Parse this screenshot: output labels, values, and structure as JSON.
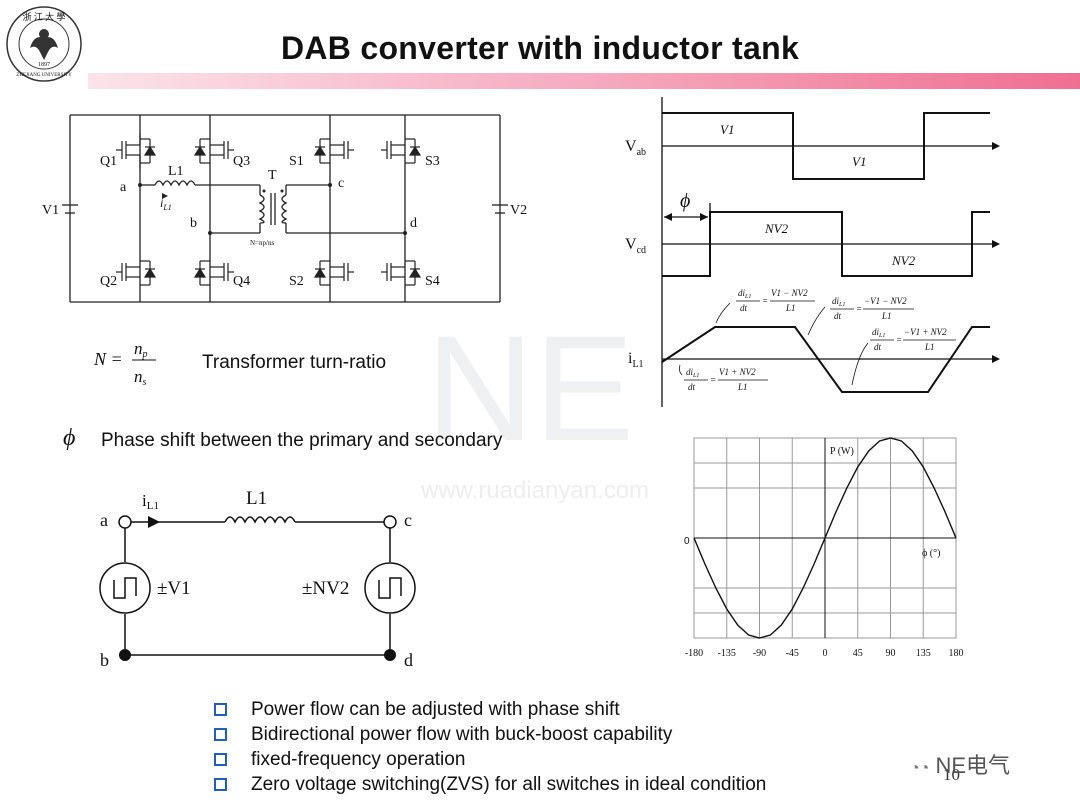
{
  "slide": {
    "title": "DAB converter with inductor tank",
    "page_number": "10",
    "logo_text": "ZHEJIANG UNIVERSITY",
    "logo_year": "1897",
    "watermark_url": "www.ruadianyan.com",
    "brand": "NE电气"
  },
  "circuit": {
    "labels": {
      "q1": "Q1",
      "q2": "Q2",
      "q3": "Q3",
      "q4": "Q4",
      "s1": "S1",
      "s2": "S2",
      "s3": "S3",
      "s4": "S4",
      "l1": "L1",
      "il1": "i",
      "il1_sub": "L1",
      "t": "T",
      "ratio": "N=np/ns",
      "a": "a",
      "b": "b",
      "c": "c",
      "d": "d",
      "v1": "V1",
      "v2": "V2"
    }
  },
  "formula": {
    "n": "N =",
    "np": "n",
    "np_sub": "p",
    "ns": "n",
    "ns_sub": "s",
    "turn_ratio_label": "Transformer turn-ratio",
    "phi": "ϕ",
    "phase_text": "Phase  shift between the primary and secondary"
  },
  "equivalent": {
    "il1": "i",
    "il1_sub": "L1",
    "l1": "L1",
    "a": "a",
    "b": "b",
    "c": "c",
    "d": "d",
    "v1": "±V1",
    "nv2": "±NV2"
  },
  "waveforms": {
    "vab": "V",
    "vab_sub": "ab",
    "vcd": "V",
    "vcd_sub": "cd",
    "il1": "i",
    "il1_sub": "L1",
    "v1_top": "V1",
    "v1_bottom": "V1",
    "nv2_top": "NV2",
    "nv2_bottom": "NV2",
    "phi": "ϕ",
    "eq1_num": "di",
    "eq1_num_sub": "L1",
    "eq1_den": "dt",
    "eq1_rhs_num": "V1 − NV2",
    "eq1_rhs_den": "L1",
    "eq2_num": "di",
    "eq2_num_sub": "L1",
    "eq2_den": "dt",
    "eq2_rhs_num": "−V1 − NV2",
    "eq2_rhs_den": "L1",
    "eq3_num": "di",
    "eq3_num_sub": "L1",
    "eq3_den": "dt",
    "eq3_rhs_num": "−V1 + NV2",
    "eq3_rhs_den": "L1",
    "eq4_num": "di",
    "eq4_num_sub": "L1",
    "eq4_den": "dt",
    "eq4_rhs_num": "V1 + NV2",
    "eq4_rhs_den": "L1"
  },
  "chart_data": {
    "type": "line",
    "title": "",
    "xlabel": "ϕ (°)",
    "ylabel": "P (W)",
    "zero_label": "0",
    "xlim": [
      -180,
      180
    ],
    "ylim": [
      -1,
      1
    ],
    "x_ticks": [
      -180,
      -135,
      -90,
      -45,
      0,
      45,
      90,
      135,
      180
    ],
    "grid": true,
    "series": [
      {
        "x": [
          -180,
          -165,
          -150,
          -135,
          -120,
          -105,
          -90,
          -75,
          -60,
          -45,
          -30,
          -15,
          0,
          15,
          30,
          45,
          60,
          75,
          90,
          105,
          120,
          135,
          150,
          165,
          180
        ],
        "y": [
          0,
          -0.26,
          -0.5,
          -0.71,
          -0.87,
          -0.97,
          -1,
          -0.97,
          -0.87,
          -0.71,
          -0.5,
          -0.26,
          0,
          0.26,
          0.5,
          0.71,
          0.87,
          0.97,
          1,
          0.97,
          0.87,
          0.71,
          0.5,
          0.26,
          0
        ]
      }
    ]
  },
  "bullets": [
    "Power flow can be adjusted with phase shift",
    "Bidirectional power flow with buck-boost capability",
    "fixed-frequency operation",
    "Zero voltage switching(ZVS) for all switches in ideal condition"
  ]
}
